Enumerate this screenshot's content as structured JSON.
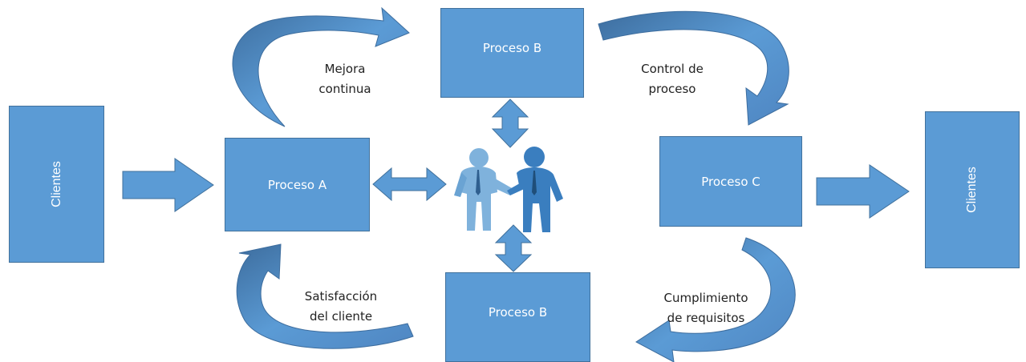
{
  "colors": {
    "box_fill": "#5b9bd5",
    "box_border": "#41719c",
    "curved_arrow": "#4f86c2",
    "curved_arrow_dark": "#3d6d9e",
    "people": "#3a7ebf",
    "people_light": "#7fb2dc"
  },
  "boxes": {
    "clientes_left": "Clientes",
    "proceso_a": "Proceso A",
    "proceso_b_top": "Proceso B",
    "proceso_c": "Proceso C",
    "proceso_b_bottom": "Proceso B",
    "clientes_right": "Clientes"
  },
  "notes": {
    "mejora": [
      "Mejora",
      "continua"
    ],
    "control": [
      "Control de",
      "proceso"
    ],
    "satisfaccion": [
      "Satisfacción",
      "del cliente"
    ],
    "cumplimiento": [
      "Cumplimiento",
      "de requisitos"
    ]
  },
  "icons": {
    "people": "handshake-people-icon"
  }
}
